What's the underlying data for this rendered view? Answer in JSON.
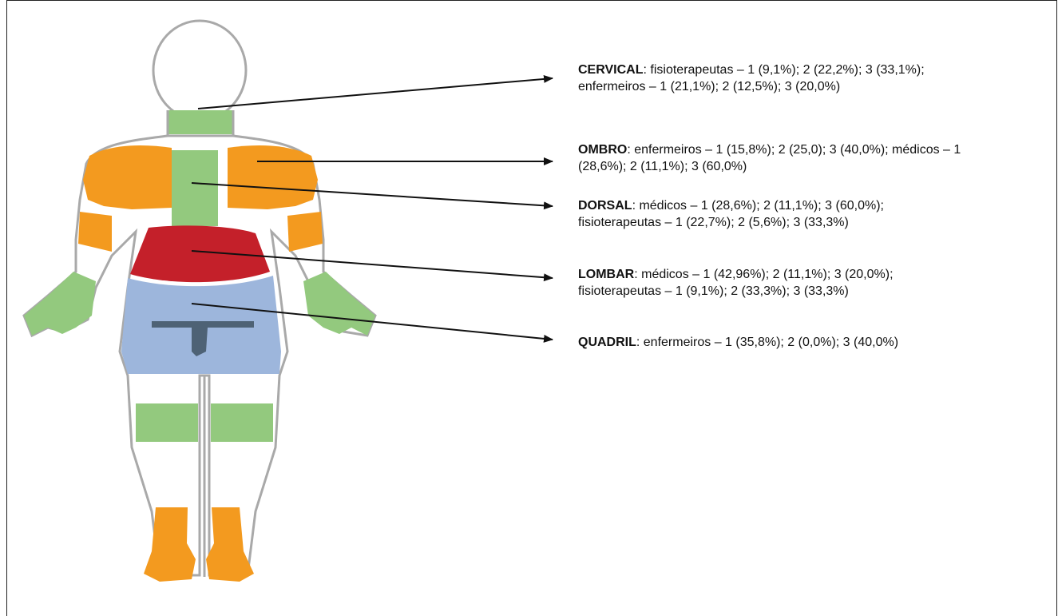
{
  "colors": {
    "outline": "#a9a9a9",
    "cervical": "#93c97e",
    "ombro": "#f39a1f",
    "lombar": "#c4202a",
    "quadril": "#9db6dc",
    "pelvis_mark": "#4e6275",
    "arrow": "#111111"
  },
  "regions": [
    {
      "key": "cervical",
      "name": "CERVICAL",
      "text": ": fisioterapeutas – 1 (9,1%); 2 (22,2%); 3 (33,1%); enfermeiros –  1 (21,1%); 2 (12,5%); 3 (20,0%)"
    },
    {
      "key": "ombro",
      "name": "OMBRO",
      "text": ": enfermeiros – 1 (15,8%); 2 (25,0); 3 (40,0%); médicos – 1 (28,6%); 2 (11,1%); 3 (60,0%)"
    },
    {
      "key": "dorsal",
      "name": "DORSAL",
      "text": ": médicos – 1 (28,6%); 2 (11,1%); 3 (60,0%); fisioterapeutas – 1 (22,7%); 2 (5,6%); 3 (33,3%)"
    },
    {
      "key": "lombar",
      "name": "LOMBAR",
      "text": ": médicos – 1 (42,96%); 2 (11,1%); 3 (20,0%); fisioterapeutas – 1 (9,1%); 2 (33,3%); 3 (33,3%)"
    },
    {
      "key": "quadril",
      "name": "QUADRIL",
      "text": ": enfermeiros – 1 (35,8%); 2 (0,0%); 3 (40,0%)"
    }
  ]
}
